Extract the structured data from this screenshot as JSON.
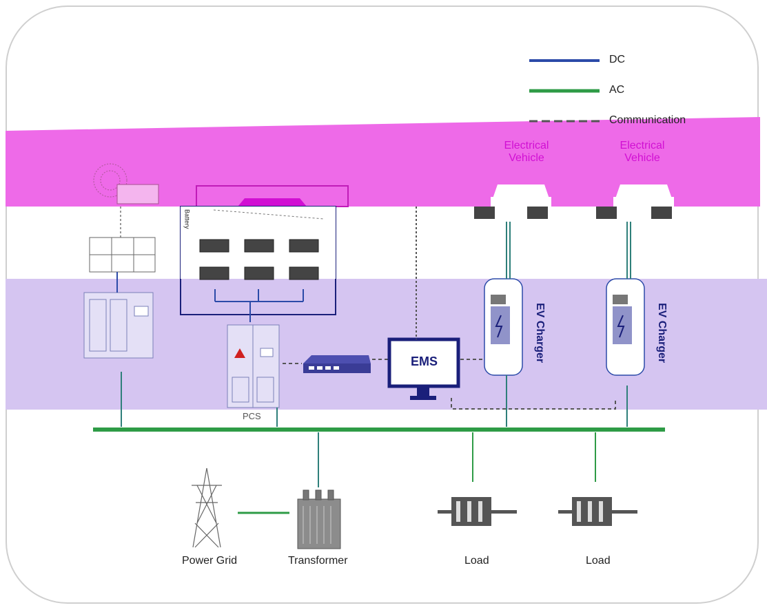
{
  "legend": {
    "dc": "DC",
    "ac": "AC",
    "comm": "Communication"
  },
  "colors": {
    "dc": "#2b4aa8",
    "ac": "#2e9b46",
    "comm": "#555555",
    "band_pink": "#ee6ae8",
    "band_purple": "#d5c5f1",
    "accent_magenta": "#d10fd3",
    "navy": "#1a1f7a"
  },
  "labels": {
    "ev1": "Electrical\nVehicle",
    "ev2": "Electrical\nVehicle",
    "battery": "Battery",
    "pcs": "PCS",
    "ems": "EMS",
    "charger1": "EV Charger",
    "charger2": "EV Charger",
    "power_grid": "Power Grid",
    "transformer": "Transformer",
    "load1": "Load",
    "load2": "Load"
  }
}
